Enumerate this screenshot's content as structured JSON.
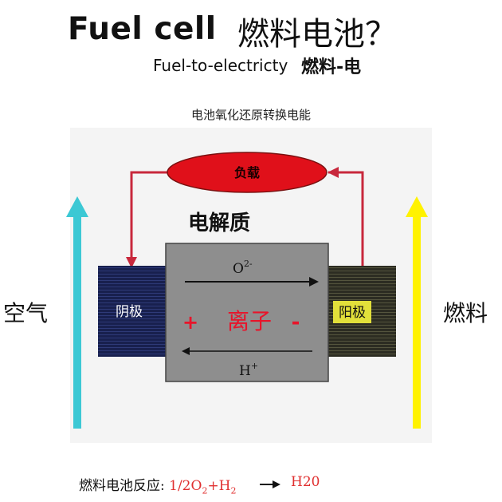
{
  "title": {
    "english": "Fuel cell",
    "chinese": "燃料电池？"
  },
  "subtitle": {
    "english": "Fuel-to-electricty",
    "chinese": "燃料-电"
  },
  "caption": "电池氧化还原转换电能",
  "diagram": {
    "load_label": "负载",
    "electrolyte_label": "电解质",
    "cathode_label": "阴极",
    "anode_label": "阳极",
    "ion_label": "离子",
    "plus_sign": "+",
    "minus_sign": "-",
    "oxygen_ion": "O",
    "oxygen_charge": "2-",
    "hydrogen_ion": "H",
    "hydrogen_charge": "+",
    "air_label": "空气",
    "fuel_label": "燃料",
    "colors": {
      "load": "#e0101a",
      "wire": "#c8283c",
      "cathode": "#18204e",
      "anode": "#2c2c22",
      "anode_label_bg": "#e2e03a",
      "electrolyte": "#8e8e8e",
      "ion_text": "#e8142a",
      "air_arrow": "#3cc8d4",
      "fuel_arrow": "#fff200"
    }
  },
  "formula": {
    "label": "燃料电池反应:",
    "reactant_a": "1/2O",
    "reactant_a_sub": "2",
    "plus": "+H",
    "reactant_b_sub": "2",
    "product": "H20"
  }
}
